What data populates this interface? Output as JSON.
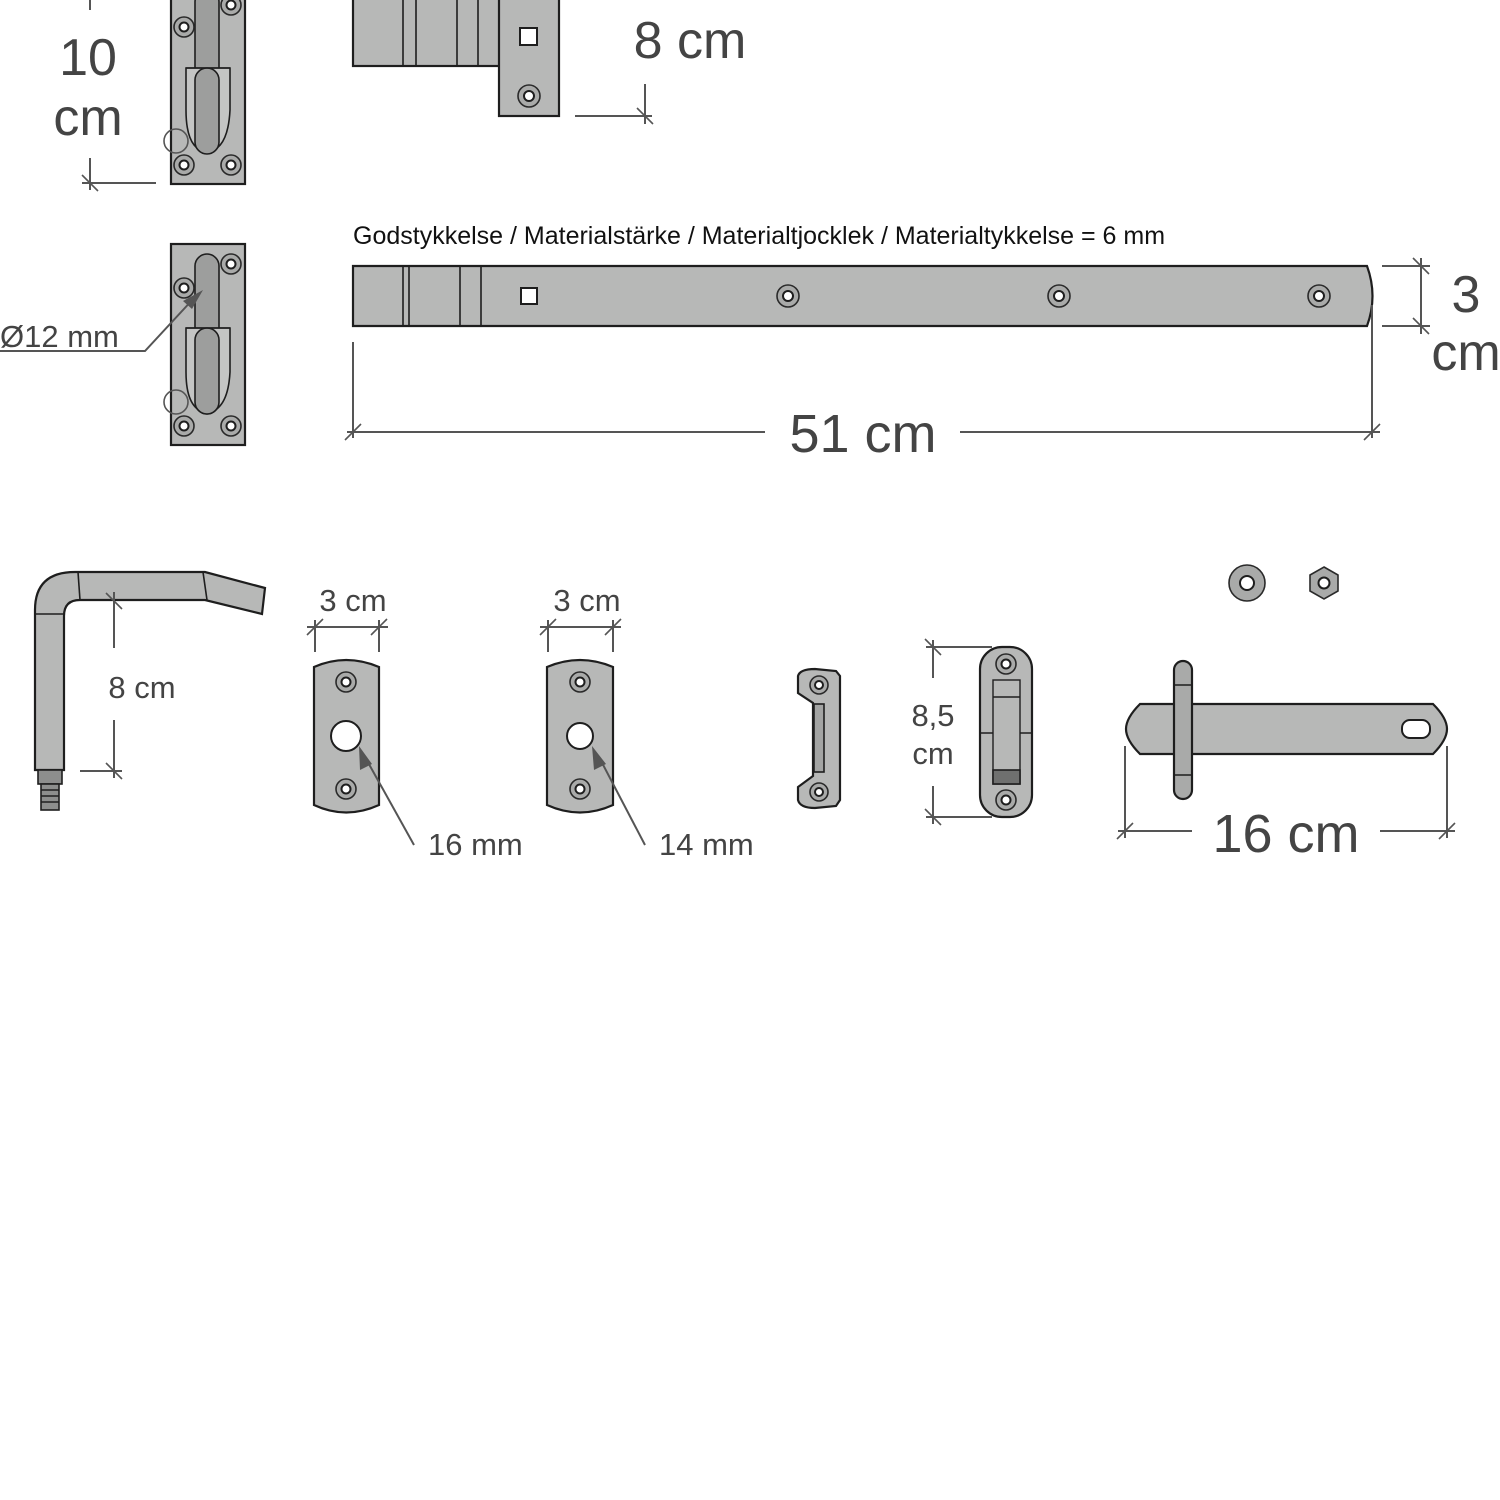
{
  "diagram": {
    "title_note": "Godstykkelse / Materialstärke / Materialtjocklek / Materialtykkelse = 6 mm",
    "colors": {
      "background": "#ffffff",
      "part_fill": "#b7b8b7",
      "outline": "#1e1e1e",
      "dimension_line": "#555555",
      "label_text": "#444444"
    },
    "parts": [
      {
        "id": "hinge-pin-plate-top",
        "dimension_label_1": "10",
        "dimension_label_2": "cm"
      },
      {
        "id": "hinge-strap-short",
        "dimension_label": "8 cm"
      },
      {
        "id": "hinge-pin-plate-bottom",
        "dimension_label": "Ø12 mm"
      },
      {
        "id": "hinge-strap-long",
        "length_label": "51 cm",
        "width_label_1": "3",
        "width_label_2": "cm"
      },
      {
        "id": "l-hook-pin",
        "dimension_label": "8 cm"
      },
      {
        "id": "plate-16mm",
        "width_label": "3 cm",
        "hole_label": "16 mm"
      },
      {
        "id": "plate-14mm",
        "width_label": "3 cm",
        "hole_label": "14 mm"
      },
      {
        "id": "side-bracket"
      },
      {
        "id": "catch-plate",
        "dimension_label_1": "8,5",
        "dimension_label_2": "cm"
      },
      {
        "id": "washer"
      },
      {
        "id": "hex-nut"
      },
      {
        "id": "latch-bar",
        "dimension_label": "16 cm"
      }
    ]
  }
}
